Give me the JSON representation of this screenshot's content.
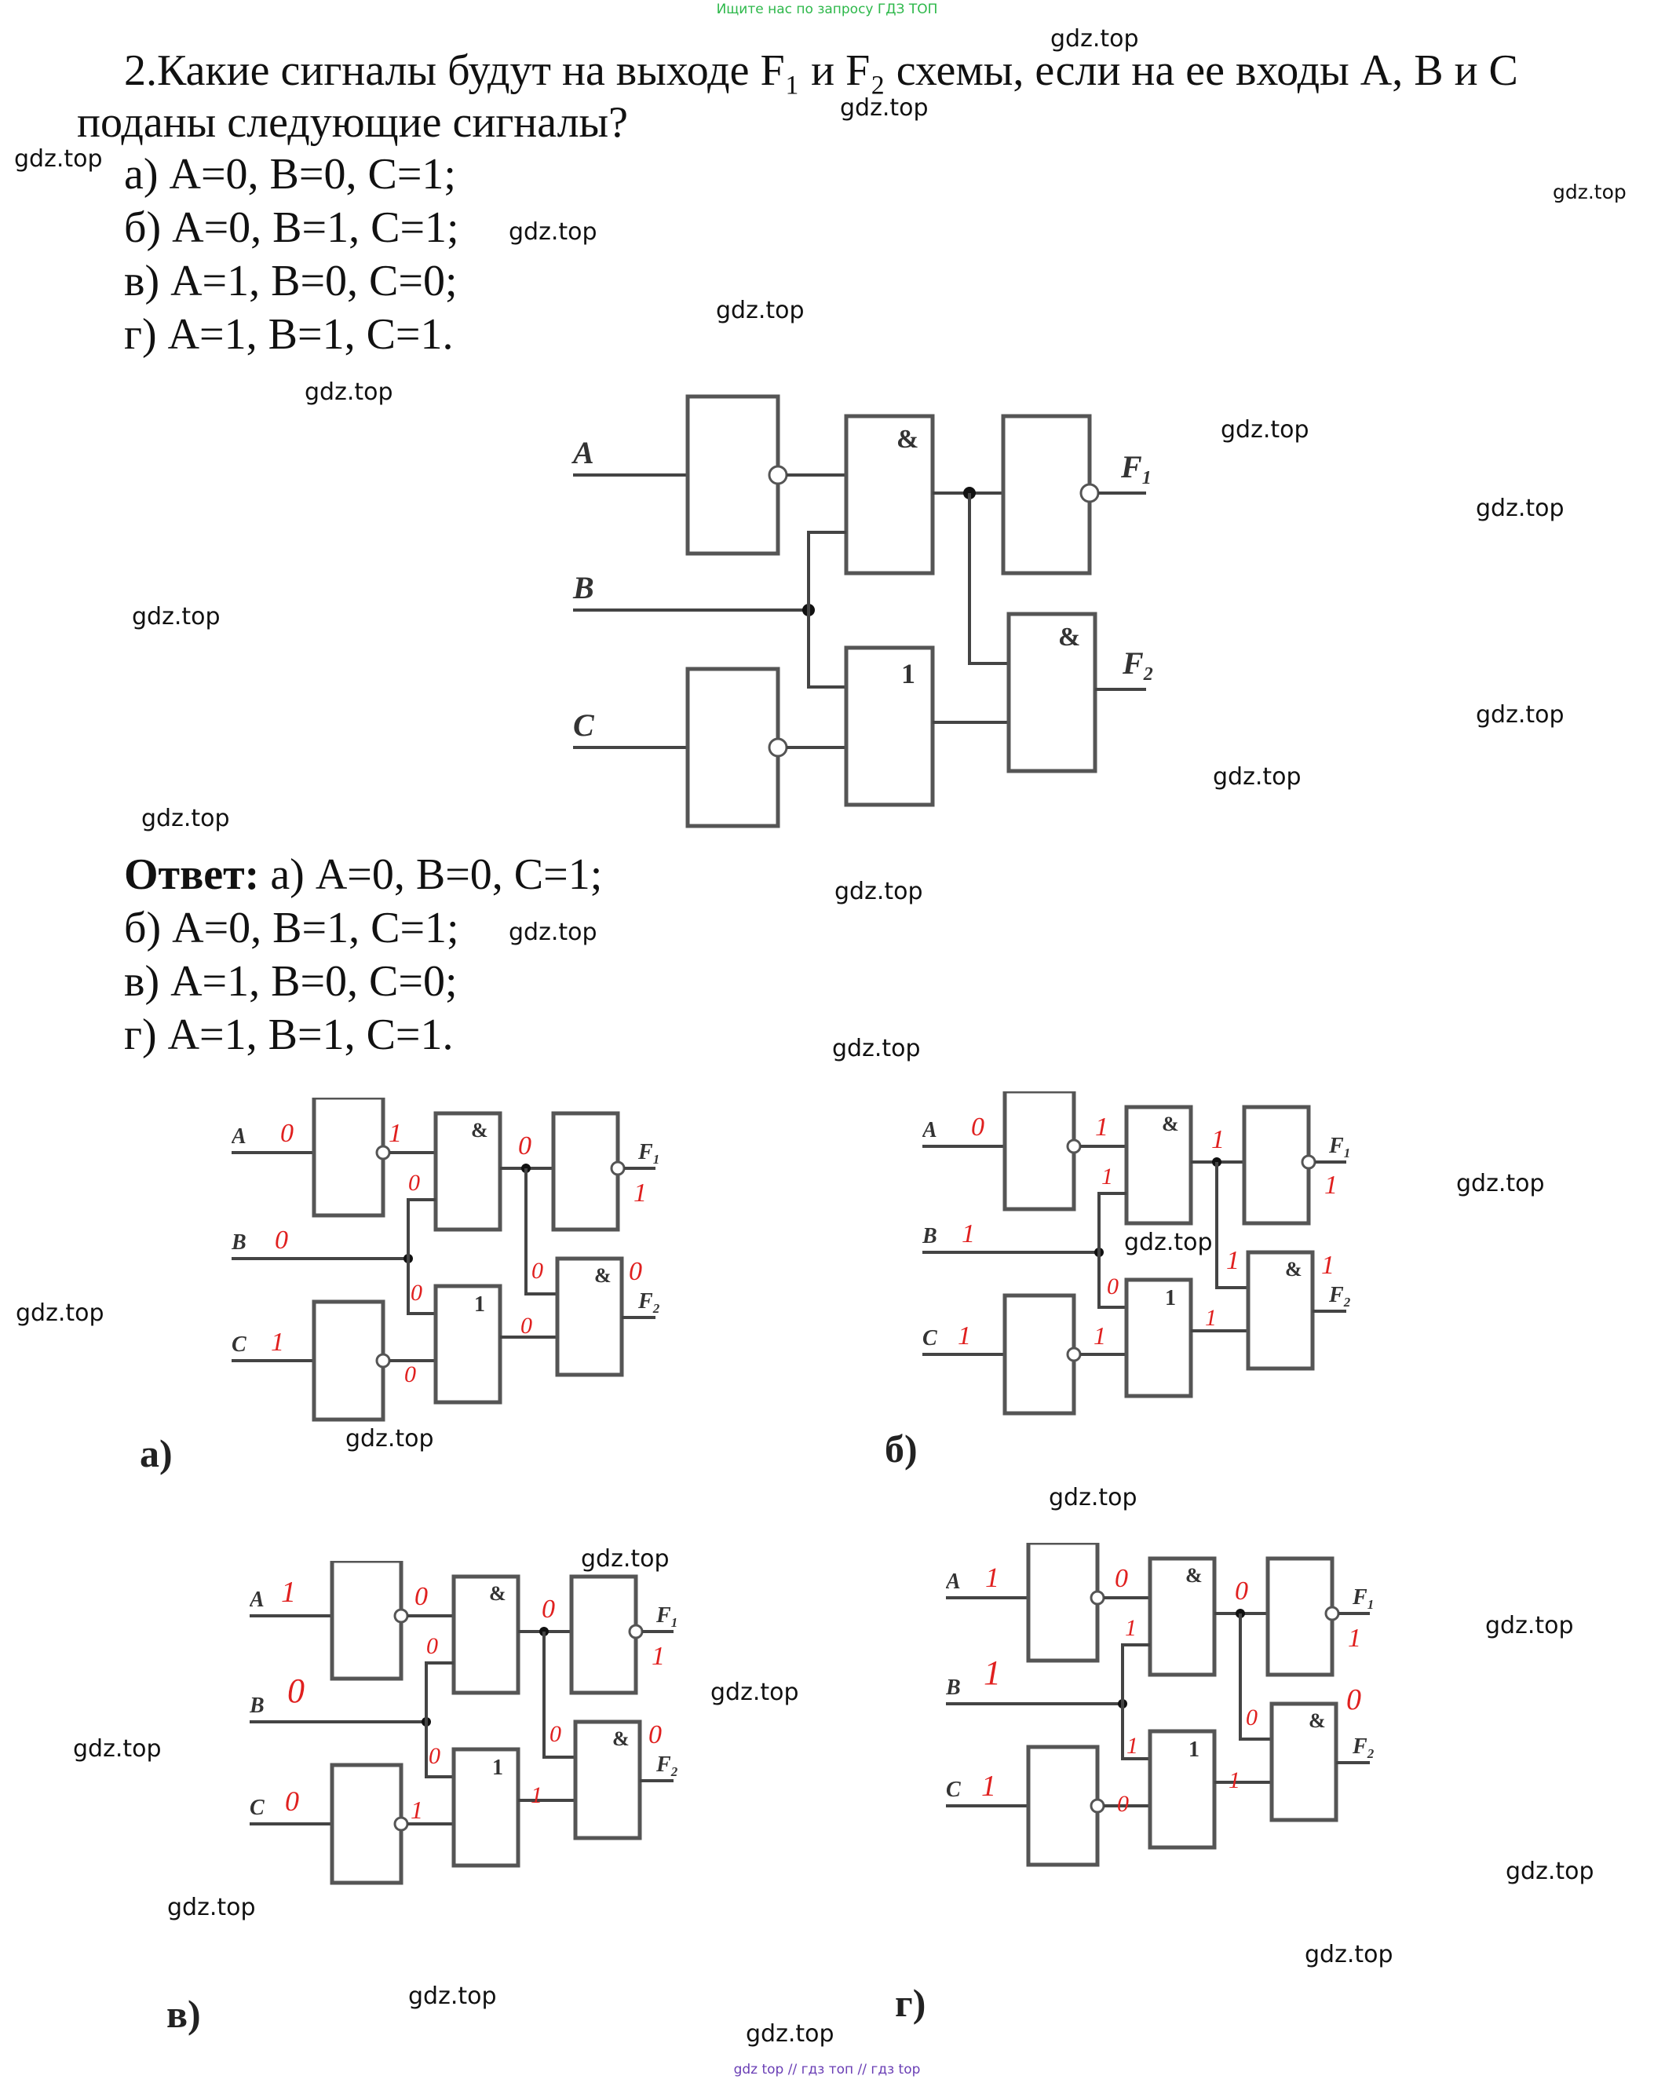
{
  "banner": {
    "top": "Ищите нас по запросу ГДЗ ТОП",
    "bottom": "gdz top  //  гдз топ  //  гдз top"
  },
  "question": {
    "line1": "2.Какие сигналы будут на выходе F₁ и F₂ схемы, если на ее входы A, B и C",
    "line2": "поданы следующие сигналы?",
    "options": [
      "а) A=0, B=0, C=1;",
      "б) A=0, B=1, C=1;",
      "в) A=1, B=0, C=0;",
      "г) A=1, B=1, C=1."
    ]
  },
  "answer": {
    "label": "Ответ:",
    "first": " а) A=0, B=0, C=1;",
    "options": [
      "б) A=0, B=1, C=1;",
      "в) A=1, B=0, C=0;",
      "г) A=1, B=1, C=1."
    ]
  },
  "watermark": "gdz.top",
  "circuit": {
    "input_a": "A",
    "input_b": "B",
    "input_c": "C",
    "output_1": "F",
    "output_2": "F",
    "and_symbol": "&",
    "or_symbol": "1",
    "sub1": "1",
    "sub2": "2"
  },
  "variants": [
    {
      "caption": "а)",
      "vals": [
        "0",
        "0",
        "1",
        "1",
        "0",
        "0",
        "0",
        "0",
        "0",
        "0",
        "1",
        "0"
      ]
    },
    {
      "caption": "б)",
      "vals": [
        "0",
        "1",
        "1",
        "1",
        "1",
        "0",
        "1",
        "1",
        "1",
        "1",
        "1",
        "1"
      ]
    },
    {
      "caption": "в)",
      "vals": [
        "1",
        "0",
        "0",
        "0",
        "0",
        "1",
        "0",
        "1",
        "0",
        "0",
        "1",
        "0"
      ]
    },
    {
      "caption": "г)",
      "vals": [
        "1",
        "1",
        "1",
        "0",
        "1",
        "0",
        "1",
        "1",
        "0",
        "0",
        "1",
        "0"
      ]
    }
  ],
  "colors": {
    "text": "#111111",
    "gate": "#555555",
    "annotation": "#e0201f",
    "banner_top": "#2db84a",
    "banner_bottom": "#6a3fb5"
  }
}
